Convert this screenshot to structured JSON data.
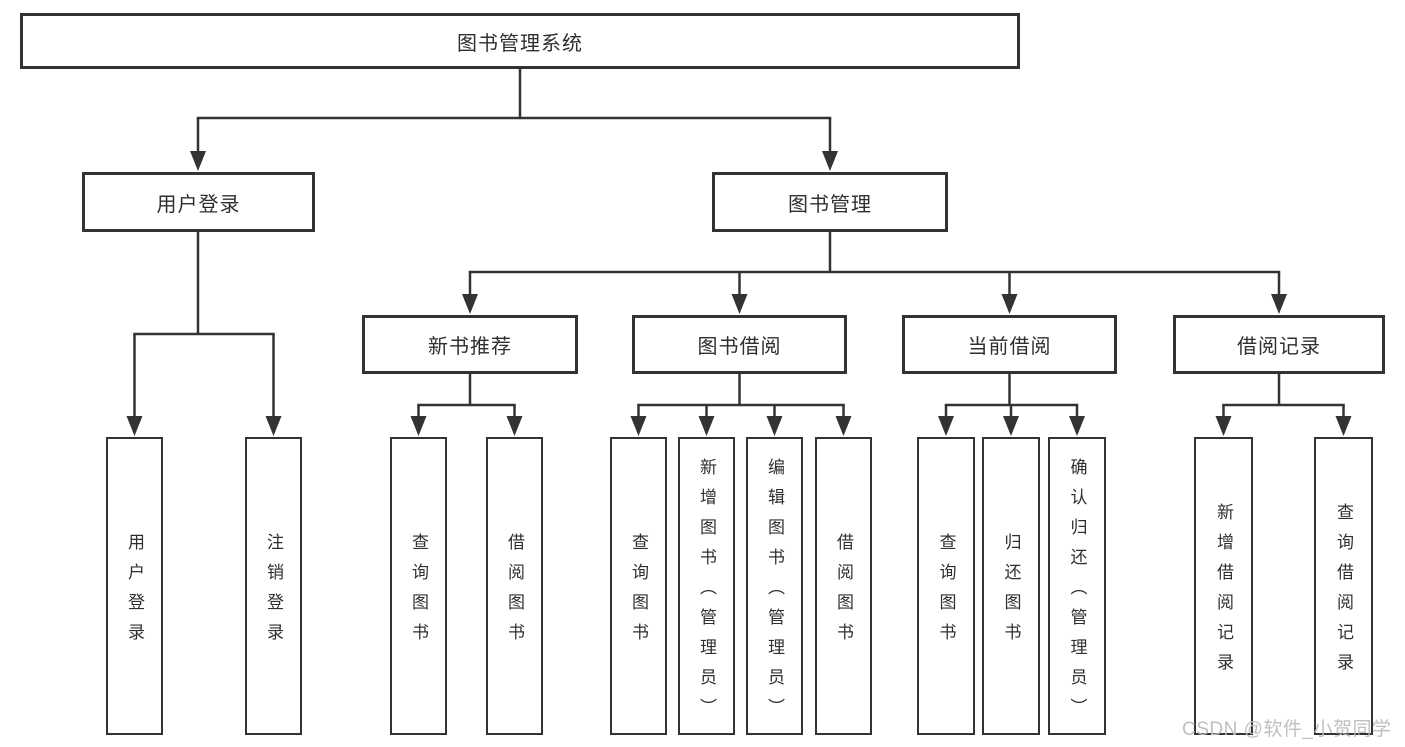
{
  "diagram": {
    "type": "hierarchy-tree",
    "tree": {
      "label": "图书管理系统",
      "children": [
        {
          "label": "用户登录",
          "children": [
            {
              "label": "用户登录"
            },
            {
              "label": "注销登录"
            }
          ]
        },
        {
          "label": "图书管理",
          "children": [
            {
              "label": "新书推荐",
              "children": [
                {
                  "label": "查询图书"
                },
                {
                  "label": "借阅图书"
                }
              ]
            },
            {
              "label": "图书借阅",
              "children": [
                {
                  "label": "查询图书"
                },
                {
                  "label": "新增图书（管理员）"
                },
                {
                  "label": "编辑图书（管理员）"
                },
                {
                  "label": "借阅图书"
                }
              ]
            },
            {
              "label": "当前借阅",
              "children": [
                {
                  "label": "查询图书"
                },
                {
                  "label": "归还图书"
                },
                {
                  "label": "确认归还（管理员）"
                }
              ]
            },
            {
              "label": "借阅记录",
              "children": [
                {
                  "label": "新增借阅记录"
                },
                {
                  "label": "查询借阅记录"
                }
              ]
            }
          ]
        }
      ]
    },
    "colors": {
      "line": "#333333",
      "box_border": "#333333",
      "text": "#2f2f2f",
      "background": "#ffffff",
      "watermark": "#b9bcc0"
    }
  },
  "watermark": {
    "text": "CSDN @软件_小贺同学"
  }
}
